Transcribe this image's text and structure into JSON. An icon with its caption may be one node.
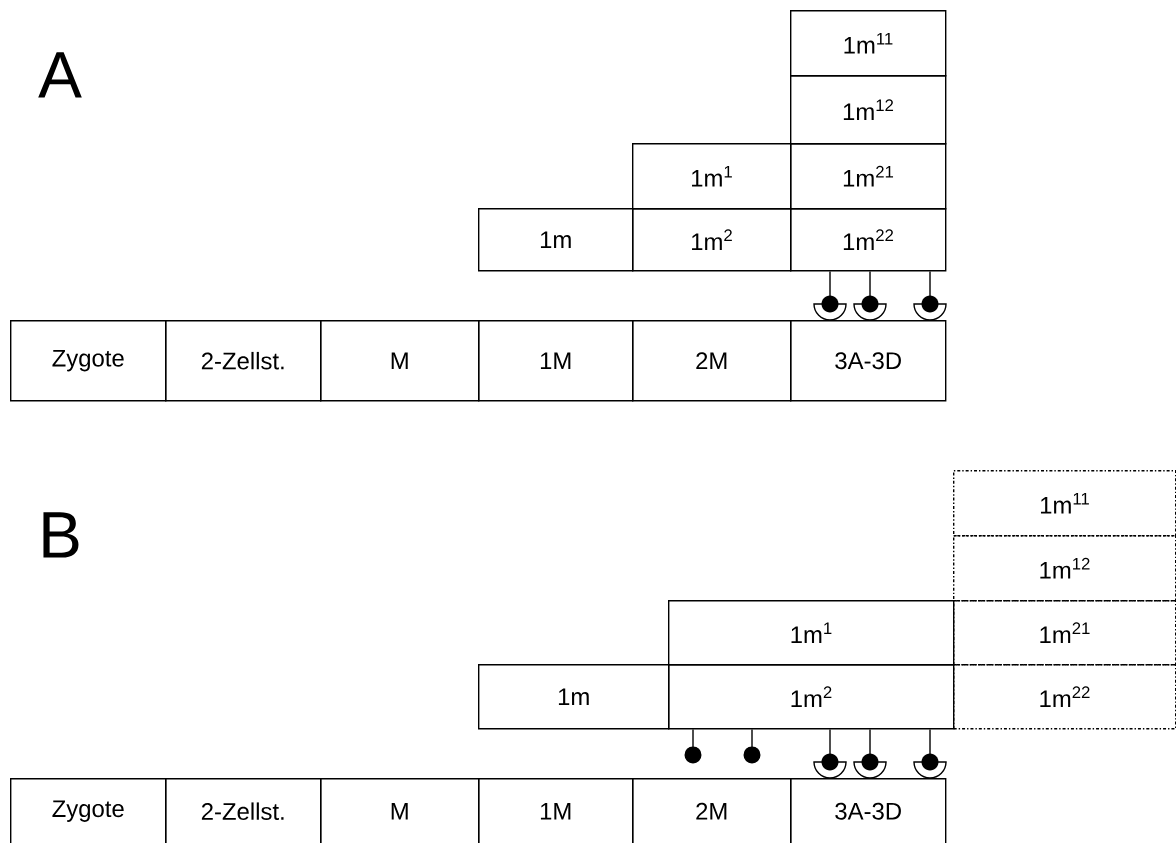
{
  "diagram": {
    "nodes": [
      {
        "text": [
          "1m$^{11}$"
        ]
      },
      {
        "text": [
          "1m$^{12}$"
        ]
      },
      {
        "text": [
          "1m$^{1}$"
        ]
      },
      {
        "text": [
          "1m$^{21}$"
        ]
      },
      {
        "text": [
          "1m"
        ]
      },
      {
        "text": [
          "1m$^{2}$"
        ]
      },
      {
        "text": [
          "1m$^{22}$"
        ]
      },
      {
        "text": [
          "Zygote"
        ]
      },
      {
        "text": [
          "2-Zellst."
        ]
      },
      {
        "text": [
          "M"
        ]
      },
      {
        "text": [
          "1M"
        ]
      },
      {
        "text": [
          "2M"
        ]
      },
      {
        "text": [
          "3A-3D"
        ]
      },
      {
        "text": [
          "1m$^{11}$"
        ]
      },
      {
        "text": [
          "1m$^{12}$"
        ]
      },
      {
        "text": [
          "1m$^{1}$"
        ]
      },
      {
        "text": [
          "1m$^{21}$"
        ]
      },
      {
        "text": [
          "1m"
        ]
      },
      {
        "text": [
          "1m$^{2}$"
        ]
      },
      {
        "text": [
          "1m$^{22}$"
        ]
      },
      {
        "text": [
          "Zygote"
        ]
      },
      {
        "text": [
          "2-Zellst."
        ]
      },
      {
        "text": [
          "M"
        ]
      },
      {
        "text": [
          "1M"
        ]
      },
      {
        "text": [
          "2M"
        ]
      },
      {
        "text": [
          "3A-3D"
        ]
      }
    ],
    "edges": [
      {
        "from": 6,
        "to": 12,
        "arrow": "other"
      },
      {
        "from": 6,
        "to": 12,
        "arrow": "other"
      },
      {
        "from": 6,
        "to": 12,
        "arrow": "other"
      },
      {
        "from": 18,
        "to": null,
        "arrow": "other"
      },
      {
        "from": 18,
        "to": null,
        "arrow": "other"
      },
      {
        "from": 18,
        "to": 25,
        "arrow": "other"
      },
      {
        "from": 18,
        "to": 25,
        "arrow": "other"
      },
      {
        "from": 18,
        "to": 25,
        "arrow": "other"
      }
    ],
    "labels": [
      "A",
      "B"
    ]
  }
}
